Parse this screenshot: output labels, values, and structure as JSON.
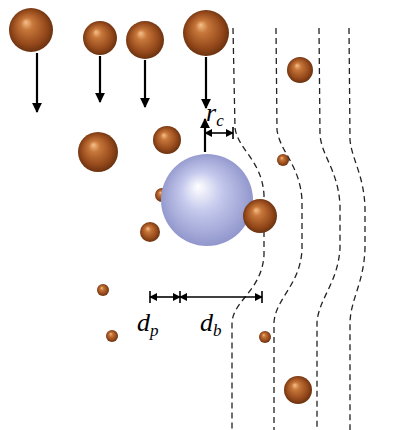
{
  "diagram": {
    "labels": [
      "rc",
      "dp",
      "db"
    ]
  }
}
